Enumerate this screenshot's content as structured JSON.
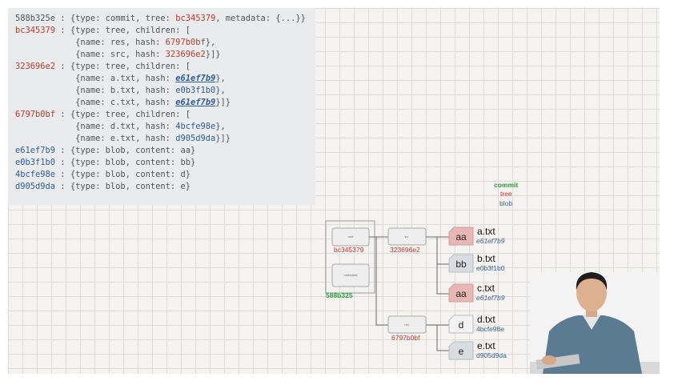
{
  "code": {
    "l1": {
      "key": "588b325e",
      "a": " : {type: commit, tree: ",
      "tree": "bc345379",
      "b": ", metadata: {...}}"
    },
    "l2": {
      "key": "bc345379",
      "a": " : {type: tree, children: ["
    },
    "l3": {
      "a": "            {name: res, hash: ",
      "h": "6797b0bf",
      "b": "},"
    },
    "l4": {
      "a": "            {name: src, hash: ",
      "h": "323696e2",
      "b": "}]}"
    },
    "l5": {
      "key": "323696e2",
      "a": " : {type: tree, children: ["
    },
    "l6": {
      "a": "            {name: a.txt, hash: ",
      "h": "e61ef7b9",
      "b": "},"
    },
    "l7": {
      "a": "            {name: b.txt, hash: ",
      "h": "e0b3f1b0",
      "b": "},"
    },
    "l8": {
      "a": "            {name: c.txt, hash: ",
      "h": "e61ef7b9",
      "b": "}]}"
    },
    "l9": {
      "key": "6797b0bf",
      "a": " : {type: tree, children: ["
    },
    "l10": {
      "a": "            {name: d.txt, hash: ",
      "h": "4bcfe98e",
      "b": "},"
    },
    "l11": {
      "a": "            {name: e.txt, hash: ",
      "h": "d905d9da",
      "b": "}]}"
    },
    "l12": {
      "key": "e61ef7b9",
      "a": " : {type: blob, content: aa}"
    },
    "l13": {
      "key": "e0b3f1b0",
      "a": " : {type: blob, content: bb}"
    },
    "l14": {
      "key": "4bcfe98e",
      "a": " : {type: blob, content: d}"
    },
    "l15": {
      "key": "d905d9da",
      "a": " : {type: blob, content: e}"
    }
  },
  "legend": {
    "commit": "commit",
    "tree": "tree",
    "blob": "blob"
  },
  "diagram": {
    "commit_hash": "588b325",
    "root_tree": {
      "hash": "bc345379",
      "inner_label": "root"
    },
    "metadata_label": "metadata",
    "src_tree": {
      "hash": "323696e2",
      "inner_label": "src"
    },
    "res_tree": {
      "hash": "6797b0bf",
      "inner_label": "res"
    },
    "blobs": [
      {
        "content": "aa",
        "name": "a.txt",
        "hash": "e61ef7b9"
      },
      {
        "content": "bb",
        "name": "b.txt",
        "hash": "e0b3f1b0"
      },
      {
        "content": "aa",
        "name": "c.txt",
        "hash": "e61ef7b9"
      },
      {
        "content": "d",
        "name": "d.txt",
        "hash": "4bcfe98e"
      },
      {
        "content": "e",
        "name": "e.txt",
        "hash": "d905d9da"
      }
    ]
  },
  "colors": {
    "commit": "#2e9e3a",
    "tree": "#c0392b",
    "blob": "#3a5f9a",
    "duplicate_blob": "#eab6b3"
  }
}
